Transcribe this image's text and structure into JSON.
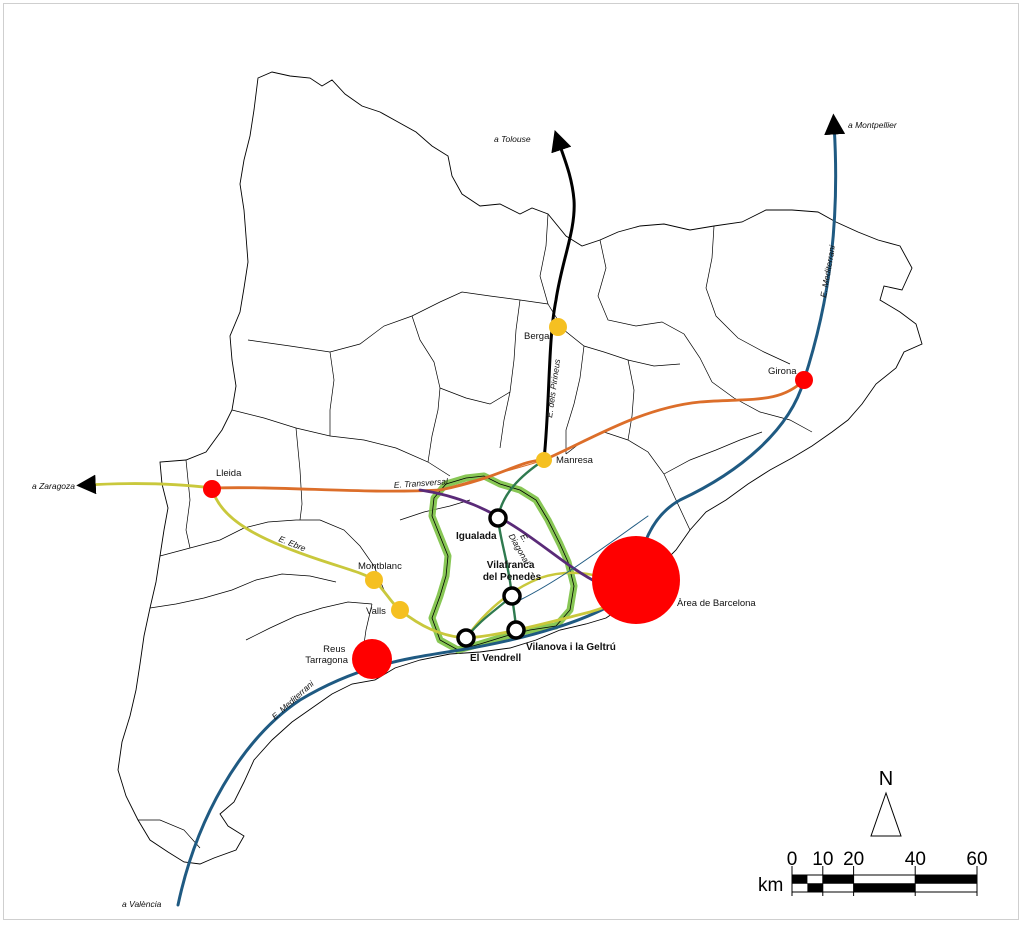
{
  "map": {
    "cities": [
      {
        "name": "Lleida"
      },
      {
        "name": "Girona"
      },
      {
        "name": "Berga"
      },
      {
        "name": "Manresa"
      },
      {
        "name": "Montblanc"
      },
      {
        "name": "Valls"
      },
      {
        "name": "Reus\nTarragona"
      },
      {
        "name": "Àrea de Barcelona"
      }
    ],
    "penedes_cities": [
      {
        "name": "Igualada"
      },
      {
        "name": "Vilafranca\ndel Penedès"
      },
      {
        "name": "El Vendrell"
      },
      {
        "name": "Vilanova i la Geltrú"
      }
    ],
    "corridors": [
      {
        "name": "E. Mediterrani",
        "color": "#1f5a82"
      },
      {
        "name": "E. dels Pirineus",
        "color": "#000000"
      },
      {
        "name": "E. Transversal",
        "color": "#dc6e2a"
      },
      {
        "name": "E. Ebre",
        "color": "#c9c83c"
      },
      {
        "name": "E. Diagonal",
        "color": "#5a2a78"
      }
    ],
    "destinations": [
      "a Tolouse",
      "a Montpellier",
      "a Zaragoza",
      "a València"
    ],
    "colors": {
      "major_city": "#ff0000",
      "medium_city": "#f5c021",
      "penedes_outline": "#7bc142",
      "boundary": "#000000",
      "green_link": "#2f7a4f"
    }
  },
  "north_arrow": {
    "label": "N"
  },
  "scale_bar": {
    "unit": "km",
    "ticks": [
      "0",
      "10",
      "20",
      "40",
      "60"
    ]
  }
}
